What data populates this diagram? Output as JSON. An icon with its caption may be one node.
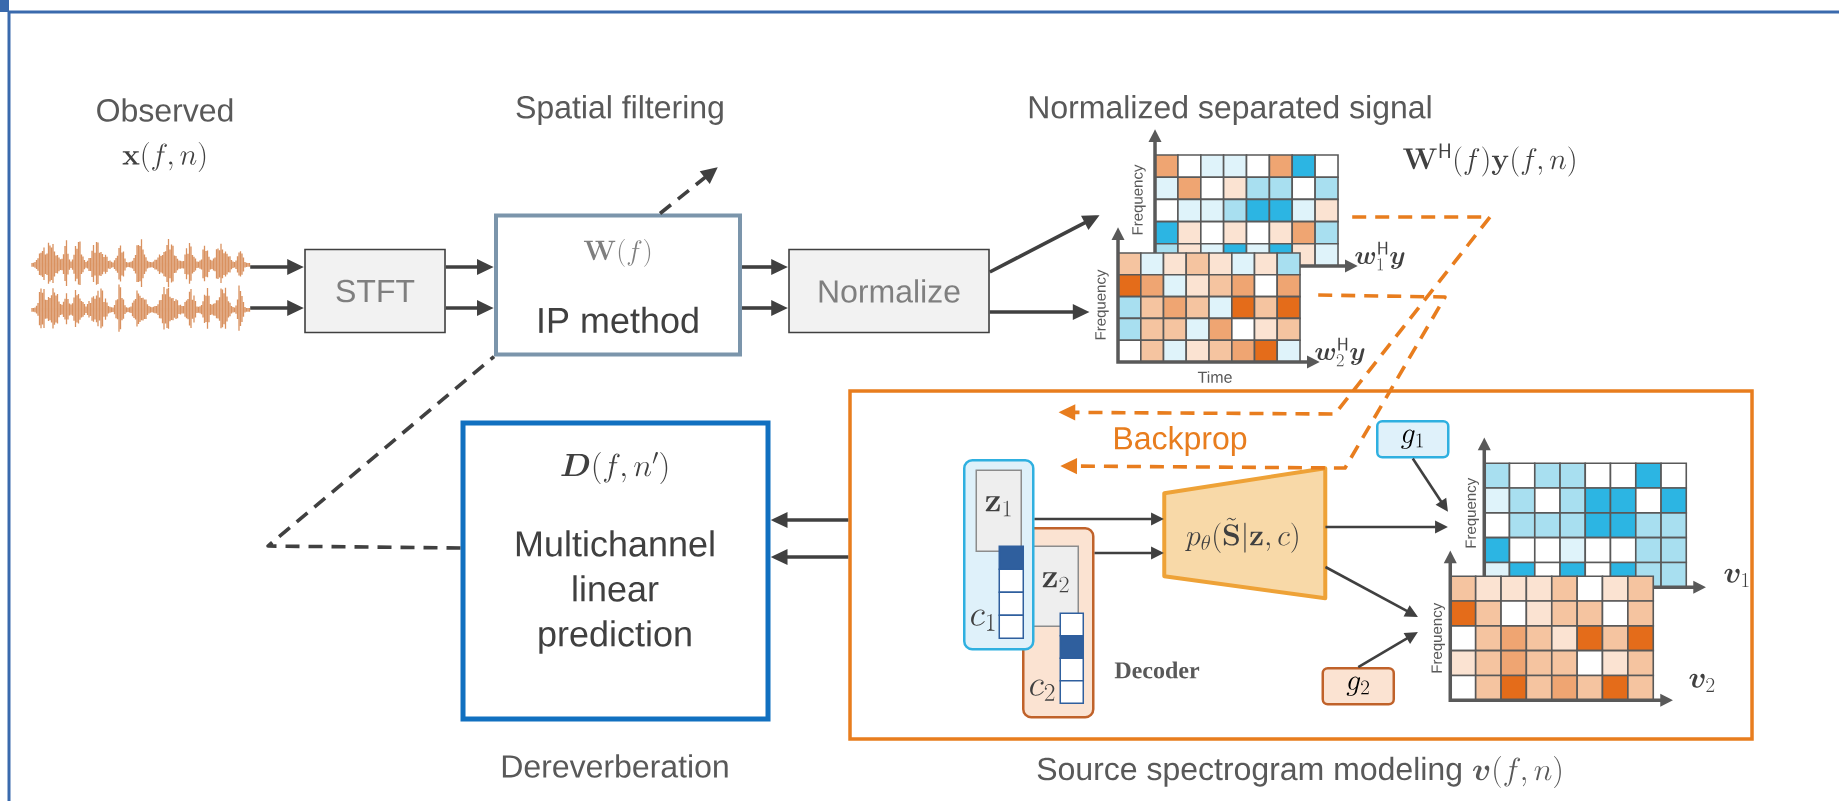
{
  "diagram": {
    "nodes": [
      {
        "text": [],
        "shape": "picture",
        "beside": [
          "Observed",
          "\\mathbf{x}(f,n)"
        ]
      },
      {
        "text": [
          "STFT"
        ]
      },
      {
        "text": [
          "\\mathbf{W}(f)",
          "IP method"
        ],
        "beside": [
          "Spatial filtering"
        ]
      },
      {
        "text": [
          "Normalize"
        ]
      },
      {
        "text": [
          "Frequency"
        ],
        "beside": [
          "Normalized separated signal",
          "\\boldsymbol{w}_1^{\\mathsf{H}}\\boldsymbol{y}"
        ]
      },
      {
        "text": [
          "Frequency",
          "Time"
        ],
        "beside": [
          "\\boldsymbol{w}_2^{\\mathsf{H}}\\boldsymbol{y}"
        ]
      },
      {
        "text": [
          "\\boldsymbol{D}(f,n')",
          "Multichannel linear prediction"
        ],
        "beside": [
          "Dereverberation"
        ]
      },
      {
        "text": [
          "Source spectrogram modeling",
          "\\boldsymbol{v}(f,n)"
        ]
      },
      {
        "text": [
          "\\mathbf{z}_1",
          "c_1"
        ],
        "in": 7
      },
      {
        "text": [
          "\\mathbf{z}_2",
          "c_2"
        ],
        "in": 7
      },
      {
        "text": [
          "p_\\theta(\\tilde{\\mathbf{S}}|\\mathbf{z},c)"
        ],
        "in": 7
      },
      {
        "text": [
          "g_1"
        ],
        "in": 7
      },
      {
        "text": [
          "Frequency"
        ],
        "beside": [
          "\\boldsymbol{v}_1"
        ],
        "in": 7
      },
      {
        "text": [
          "g_2"
        ],
        "in": 7
      },
      {
        "text": [
          "Frequency"
        ],
        "beside": [
          "\\boldsymbol{v}_2"
        ],
        "in": 7
      }
    ],
    "edges": [
      {
        "from": 0,
        "to": 1,
        "arrow": "to"
      },
      {
        "from": 0,
        "to": 1,
        "arrow": "to"
      },
      {
        "from": 1,
        "to": 2,
        "arrow": "to"
      },
      {
        "from": 1,
        "to": 2,
        "arrow": "to"
      },
      {
        "from": 2,
        "to": 3,
        "arrow": "to"
      },
      {
        "from": 2,
        "to": 3,
        "arrow": "to"
      },
      {
        "from": 3,
        "to": 4,
        "arrow": "to"
      },
      {
        "from": 3,
        "to": 5,
        "arrow": "to"
      },
      {
        "from": 6,
        "to": 2,
        "arrow": "none",
        "style": "dashed"
      },
      {
        "from": 2,
        "to": null,
        "arrow": "to",
        "style": "dashed"
      },
      {
        "from": 4,
        "to": 7,
        "arrow": "to",
        "style": "dashed",
        "color": "#e87d1e"
      },
      {
        "from": 5,
        "to": null,
        "arrow": "to",
        "style": "dashed",
        "color": "#e87d1e"
      },
      {
        "from": 7,
        "to": 6,
        "arrow": "to"
      },
      {
        "from": 7,
        "to": 6,
        "arrow": "to"
      },
      {
        "from": 8,
        "to": 10,
        "arrow": "to"
      },
      {
        "from": 9,
        "to": 10,
        "arrow": "to"
      },
      {
        "from": 10,
        "to": 12,
        "arrow": "to"
      },
      {
        "from": 10,
        "to": 14,
        "arrow": "to"
      },
      {
        "from": 11,
        "to": 12,
        "arrow": "to"
      },
      {
        "from": 13,
        "to": 14,
        "arrow": "to"
      }
    ],
    "labels": [
      "\\mathbf{W}^{\\mathsf{H}}(f)\\mathbf{y}(f,n)",
      "Backprop",
      "Decoder"
    ]
  }
}
